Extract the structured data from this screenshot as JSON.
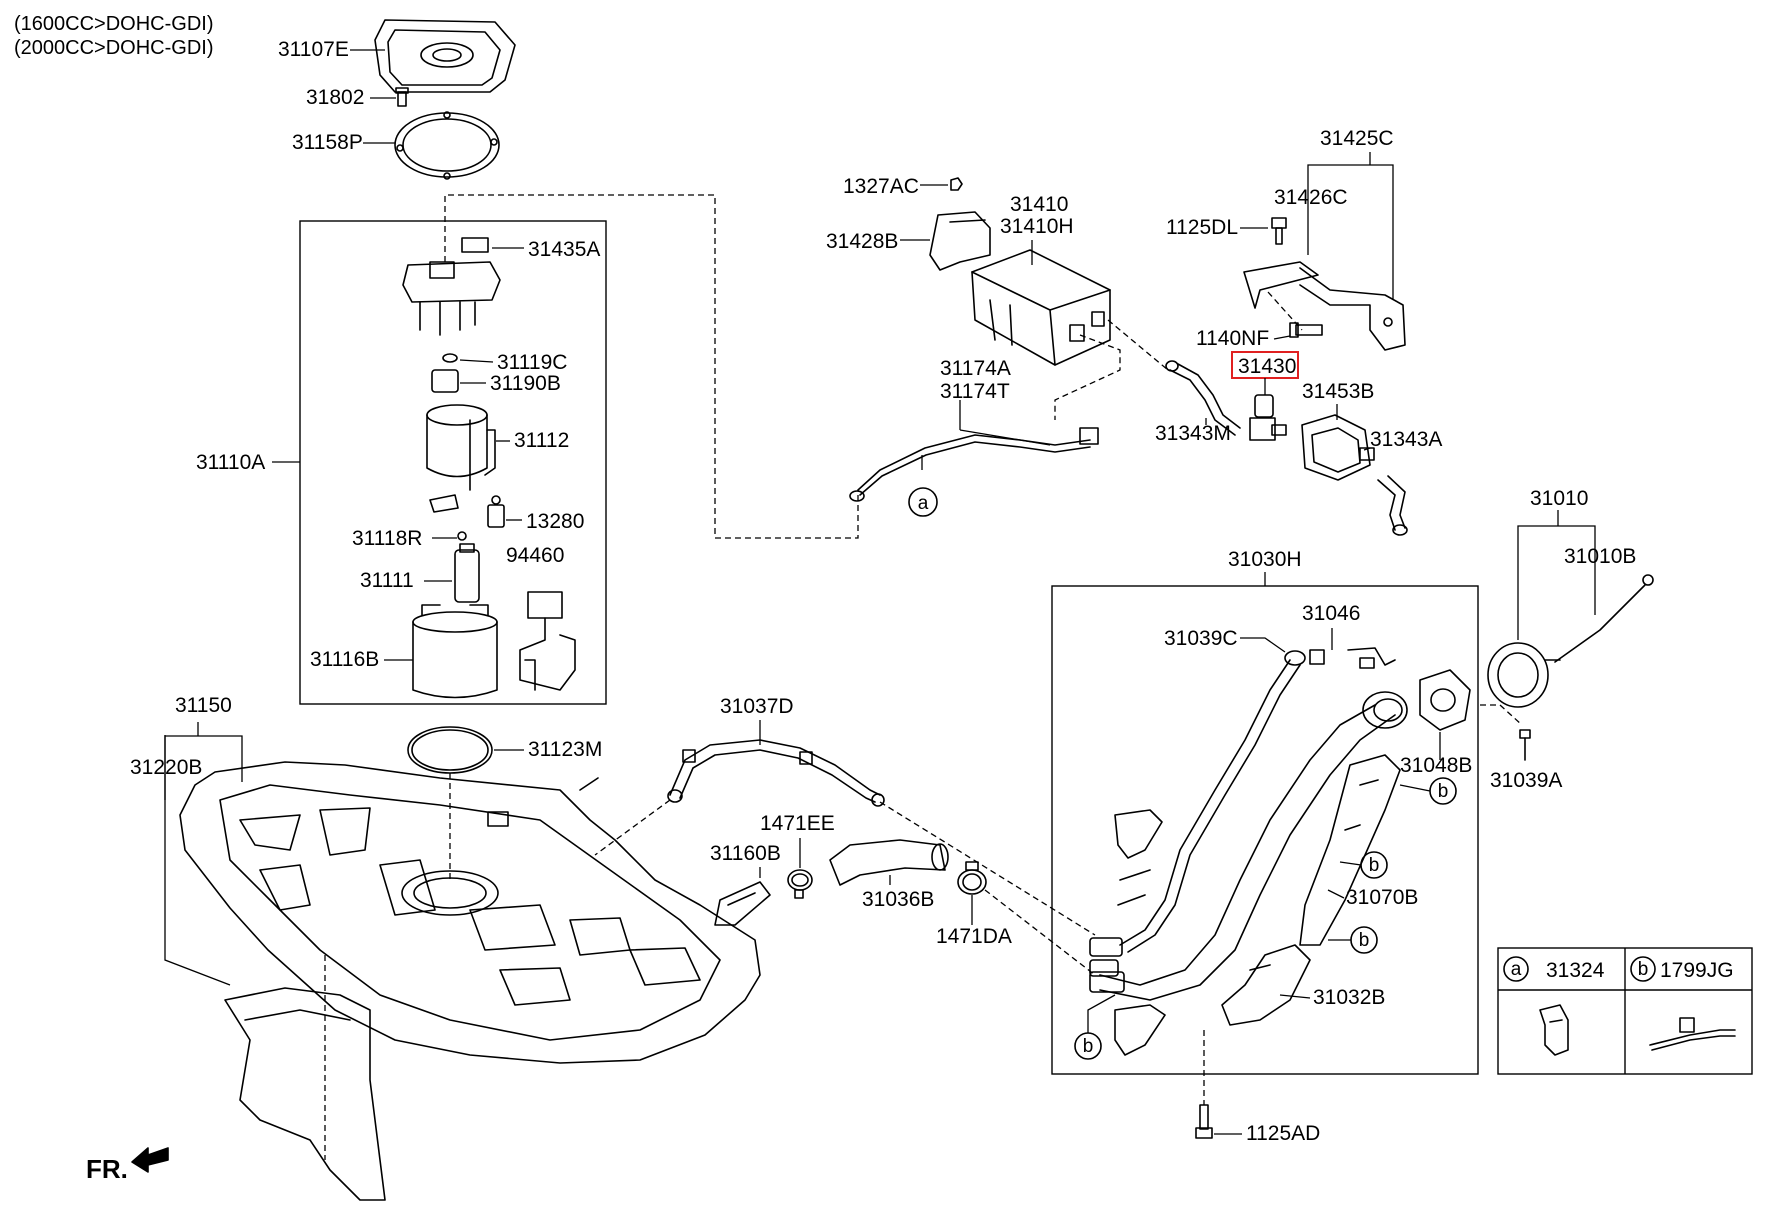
{
  "header": {
    "line1": "(1600CC>DOHC-GDI)",
    "line2": "(2000CC>DOHC-GDI)"
  },
  "direction": {
    "label": "FR."
  },
  "parts": {
    "p31107E": "31107E",
    "p31802": "31802",
    "p31158P": "31158P",
    "p31435A": "31435A",
    "p31119C": "31119C",
    "p31190B": "31190B",
    "p31110A": "31110A",
    "p31112": "31112",
    "p31118R": "31118R",
    "p13280": "13280",
    "p31111": "31111",
    "p94460": "94460",
    "p31116B": "31116B",
    "p31150": "31150",
    "p31220B": "31220B",
    "p31123M": "31123M",
    "p1327AC": "1327AC",
    "p31410": "31410",
    "p31410H": "31410H",
    "p31428B": "31428B",
    "p31174A": "31174A",
    "p31174T": "31174T",
    "p31425C": "31425C",
    "p31426C": "31426C",
    "p1125DL": "1125DL",
    "p1140NF": "1140NF",
    "p31430": "31430",
    "p31453B": "31453B",
    "p31343M": "31343M",
    "p31343A": "31343A",
    "p31010": "31010",
    "p31010B": "31010B",
    "p31030H": "31030H",
    "p31046": "31046",
    "p31039C": "31039C",
    "p31048B": "31048B",
    "p31039A": "31039A",
    "p31037D": "31037D",
    "p1471EE": "1471EE",
    "p31160B": "31160B",
    "p31036B": "31036B",
    "p1471DA": "1471DA",
    "p31070B": "31070B",
    "p31032B": "31032B",
    "p1125AD": "1125AD"
  },
  "callouts": {
    "a": "a",
    "b": "b"
  },
  "legend": {
    "a_letter": "a",
    "a_part": "31324",
    "b_letter": "b",
    "b_part": "1799JG"
  },
  "highlight": {
    "part": "31430",
    "color": "#e02020"
  }
}
